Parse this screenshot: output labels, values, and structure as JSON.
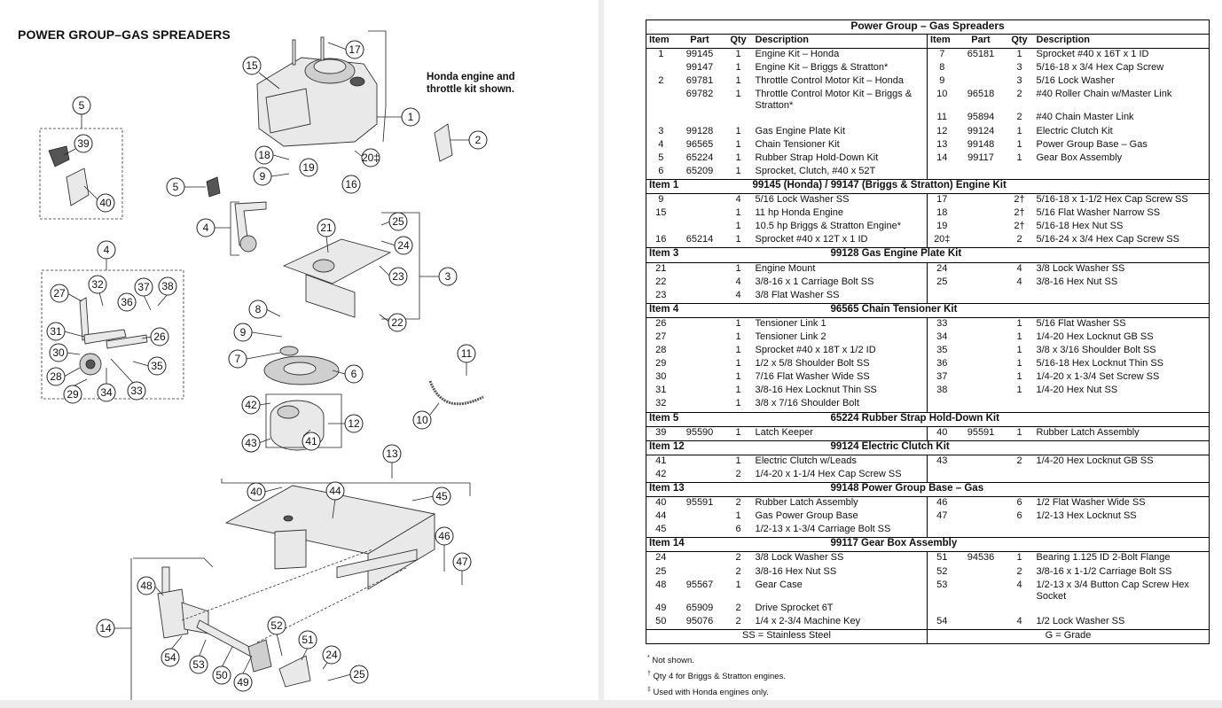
{
  "diagram": {
    "title": "POWER GROUP–GAS SPREADERS",
    "note": "Honda engine and throttle kit shown.",
    "callouts": [
      "1",
      "2",
      "3",
      "4",
      "4",
      "5",
      "5",
      "6",
      "7",
      "8",
      "9",
      "9",
      "10",
      "11",
      "12",
      "13",
      "14",
      "15",
      "16",
      "17",
      "18",
      "19",
      "20‡",
      "21",
      "22",
      "23",
      "24",
      "24",
      "25",
      "25",
      "26",
      "27",
      "28",
      "29",
      "30",
      "31",
      "32",
      "33",
      "34",
      "35",
      "36",
      "37",
      "38",
      "39",
      "40",
      "40",
      "41",
      "42",
      "43",
      "44",
      "45",
      "46",
      "47",
      "48",
      "49",
      "50",
      "51",
      "52",
      "53",
      "54"
    ]
  },
  "table": {
    "title": "Power Group – Gas Spreaders",
    "headers": [
      "Item",
      "Part",
      "Qty",
      "Description",
      "Item",
      "Part",
      "Qty",
      "Description"
    ],
    "main_rows": [
      [
        "1",
        "99145",
        "1",
        "Engine Kit – Honda",
        "7",
        "65181",
        "1",
        "Sprocket #40 x 16T x 1 ID"
      ],
      [
        "",
        "99147",
        "1",
        "Engine Kit – Briggs & Stratton*",
        "8",
        "",
        "3",
        "5/16-18 x 3/4 Hex Cap Screw"
      ],
      [
        "2",
        "69781",
        "1",
        "Throttle Control Motor Kit – Honda",
        "9",
        "",
        "3",
        "5/16 Lock Washer"
      ],
      [
        "",
        "69782",
        "1",
        "Throttle Control Motor Kit – Briggs & Stratton*",
        "10",
        "96518",
        "2",
        "#40 Roller Chain w/Master Link"
      ],
      [
        "",
        "",
        "",
        "",
        "11",
        "95894",
        "2",
        "#40 Chain Master Link"
      ],
      [
        "3",
        "99128",
        "1",
        "Gas Engine Plate Kit",
        "12",
        "99124",
        "1",
        "Electric Clutch Kit"
      ],
      [
        "4",
        "96565",
        "1",
        "Chain Tensioner Kit",
        "13",
        "99148",
        "1",
        "Power Group Base – Gas"
      ],
      [
        "5",
        "65224",
        "1",
        "Rubber Strap Hold-Down Kit",
        "14",
        "99117",
        "1",
        "Gear Box Assembly"
      ],
      [
        "6",
        "65209",
        "1",
        "Sprocket, Clutch, #40 x 52T",
        "",
        "",
        "",
        ""
      ]
    ],
    "sections": [
      {
        "item": "Item 1",
        "title": "99145 (Honda) / 99147 (Briggs & Stratton) Engine Kit",
        "rows": [
          [
            "9",
            "",
            "4",
            "5/16 Lock Washer SS",
            "17",
            "",
            "2†",
            "5/16-18 x 1-1/2 Hex Cap Screw SS"
          ],
          [
            "15",
            "",
            "1",
            "11 hp Honda Engine",
            "18",
            "",
            "2†",
            "5/16 Flat Washer Narrow SS"
          ],
          [
            "",
            "",
            "1",
            "10.5 hp Briggs & Stratton Engine*",
            "19",
            "",
            "2†",
            "5/16-18 Hex Nut SS"
          ],
          [
            "16",
            "65214",
            "1",
            "Sprocket #40 x 12T x 1 ID",
            "20‡",
            "",
            "2",
            "5/16-24 x 3/4 Hex Cap Screw SS"
          ]
        ]
      },
      {
        "item": "Item 3",
        "title": "99128 Gas Engine Plate Kit",
        "rows": [
          [
            "21",
            "",
            "1",
            "Engine Mount",
            "24",
            "",
            "4",
            "3/8 Lock Washer SS"
          ],
          [
            "22",
            "",
            "4",
            "3/8-16 x 1 Carriage Bolt SS",
            "25",
            "",
            "4",
            "3/8-16 Hex Nut SS"
          ],
          [
            "23",
            "",
            "4",
            "3/8 Flat Washer SS",
            "",
            "",
            "",
            ""
          ]
        ]
      },
      {
        "item": "Item 4",
        "title": "96565 Chain Tensioner Kit",
        "rows": [
          [
            "26",
            "",
            "1",
            "Tensioner Link 1",
            "33",
            "",
            "1",
            "5/16 Flat Washer SS"
          ],
          [
            "27",
            "",
            "1",
            "Tensioner Link 2",
            "34",
            "",
            "1",
            "1/4-20 Hex Locknut GB SS"
          ],
          [
            "28",
            "",
            "1",
            "Sprocket #40 x 18T x 1/2 ID",
            "35",
            "",
            "1",
            "3/8 x 3/16 Shoulder Bolt SS"
          ],
          [
            "29",
            "",
            "1",
            "1/2 x 5/8 Shoulder Bolt SS",
            "36",
            "",
            "1",
            "5/16-18 Hex Locknut Thin SS"
          ],
          [
            "30",
            "",
            "1",
            "7/16 Flat Washer Wide SS",
            "37",
            "",
            "1",
            "1/4-20 x 1-3/4 Set Screw SS"
          ],
          [
            "31",
            "",
            "1",
            "3/8-16 Hex Locknut Thin SS",
            "38",
            "",
            "1",
            "1/4-20 Hex Nut SS"
          ],
          [
            "32",
            "",
            "1",
            "3/8 x 7/16 Shoulder Bolt",
            "",
            "",
            "",
            ""
          ]
        ]
      },
      {
        "item": "Item 5",
        "title": "65224 Rubber Strap Hold-Down Kit",
        "rows": [
          [
            "39",
            "95590",
            "1",
            "Latch Keeper",
            "40",
            "95591",
            "1",
            "Rubber Latch Assembly"
          ]
        ]
      },
      {
        "item": "Item 12",
        "title": "99124 Electric Clutch Kit",
        "rows": [
          [
            "41",
            "",
            "1",
            "Electric Clutch w/Leads",
            "43",
            "",
            "2",
            "1/4-20 Hex Locknut GB SS"
          ],
          [
            "42",
            "",
            "2",
            "1/4-20 x 1-1/4 Hex Cap Screw SS",
            "",
            "",
            "",
            ""
          ]
        ]
      },
      {
        "item": "Item 13",
        "title": "99148 Power Group Base – Gas",
        "rows": [
          [
            "40",
            "95591",
            "2",
            "Rubber Latch Assembly",
            "46",
            "",
            "6",
            "1/2 Flat Washer Wide SS"
          ],
          [
            "44",
            "",
            "1",
            "Gas Power Group Base",
            "47",
            "",
            "6",
            "1/2-13 Hex Locknut SS"
          ],
          [
            "45",
            "",
            "6",
            "1/2-13 x 1-3/4 Carriage Bolt SS",
            "",
            "",
            "",
            ""
          ]
        ]
      },
      {
        "item": "Item 14",
        "title": "99117 Gear Box Assembly",
        "rows": [
          [
            "24",
            "",
            "2",
            "3/8 Lock Washer SS",
            "51",
            "94536",
            "1",
            "Bearing 1.125 ID 2-Bolt Flange"
          ],
          [
            "25",
            "",
            "2",
            "3/8-16 Hex Nut SS",
            "52",
            "",
            "2",
            "3/8-16 x 1-1/2 Carriage Bolt SS"
          ],
          [
            "48",
            "95567",
            "1",
            "Gear Case",
            "53",
            "",
            "4",
            "1/2-13 x 3/4 Button Cap Screw Hex Socket"
          ],
          [
            "49",
            "65909",
            "2",
            "Drive Sprocket 6T",
            "",
            "",
            "",
            ""
          ],
          [
            "50",
            "95076",
            "2",
            "1/4 x 2-3/4 Machine Key",
            "54",
            "",
            "4",
            "1/2 Lock Washer SS"
          ]
        ]
      }
    ],
    "legend_left": "SS = Stainless Steel",
    "legend_right": "G = Grade"
  },
  "footnotes": [
    {
      "mark": "*",
      "text": "Not shown."
    },
    {
      "mark": "†",
      "text": "Qty 4 for Briggs & Stratton engines."
    },
    {
      "mark": "‡",
      "text": "Used with Honda engines only."
    }
  ]
}
